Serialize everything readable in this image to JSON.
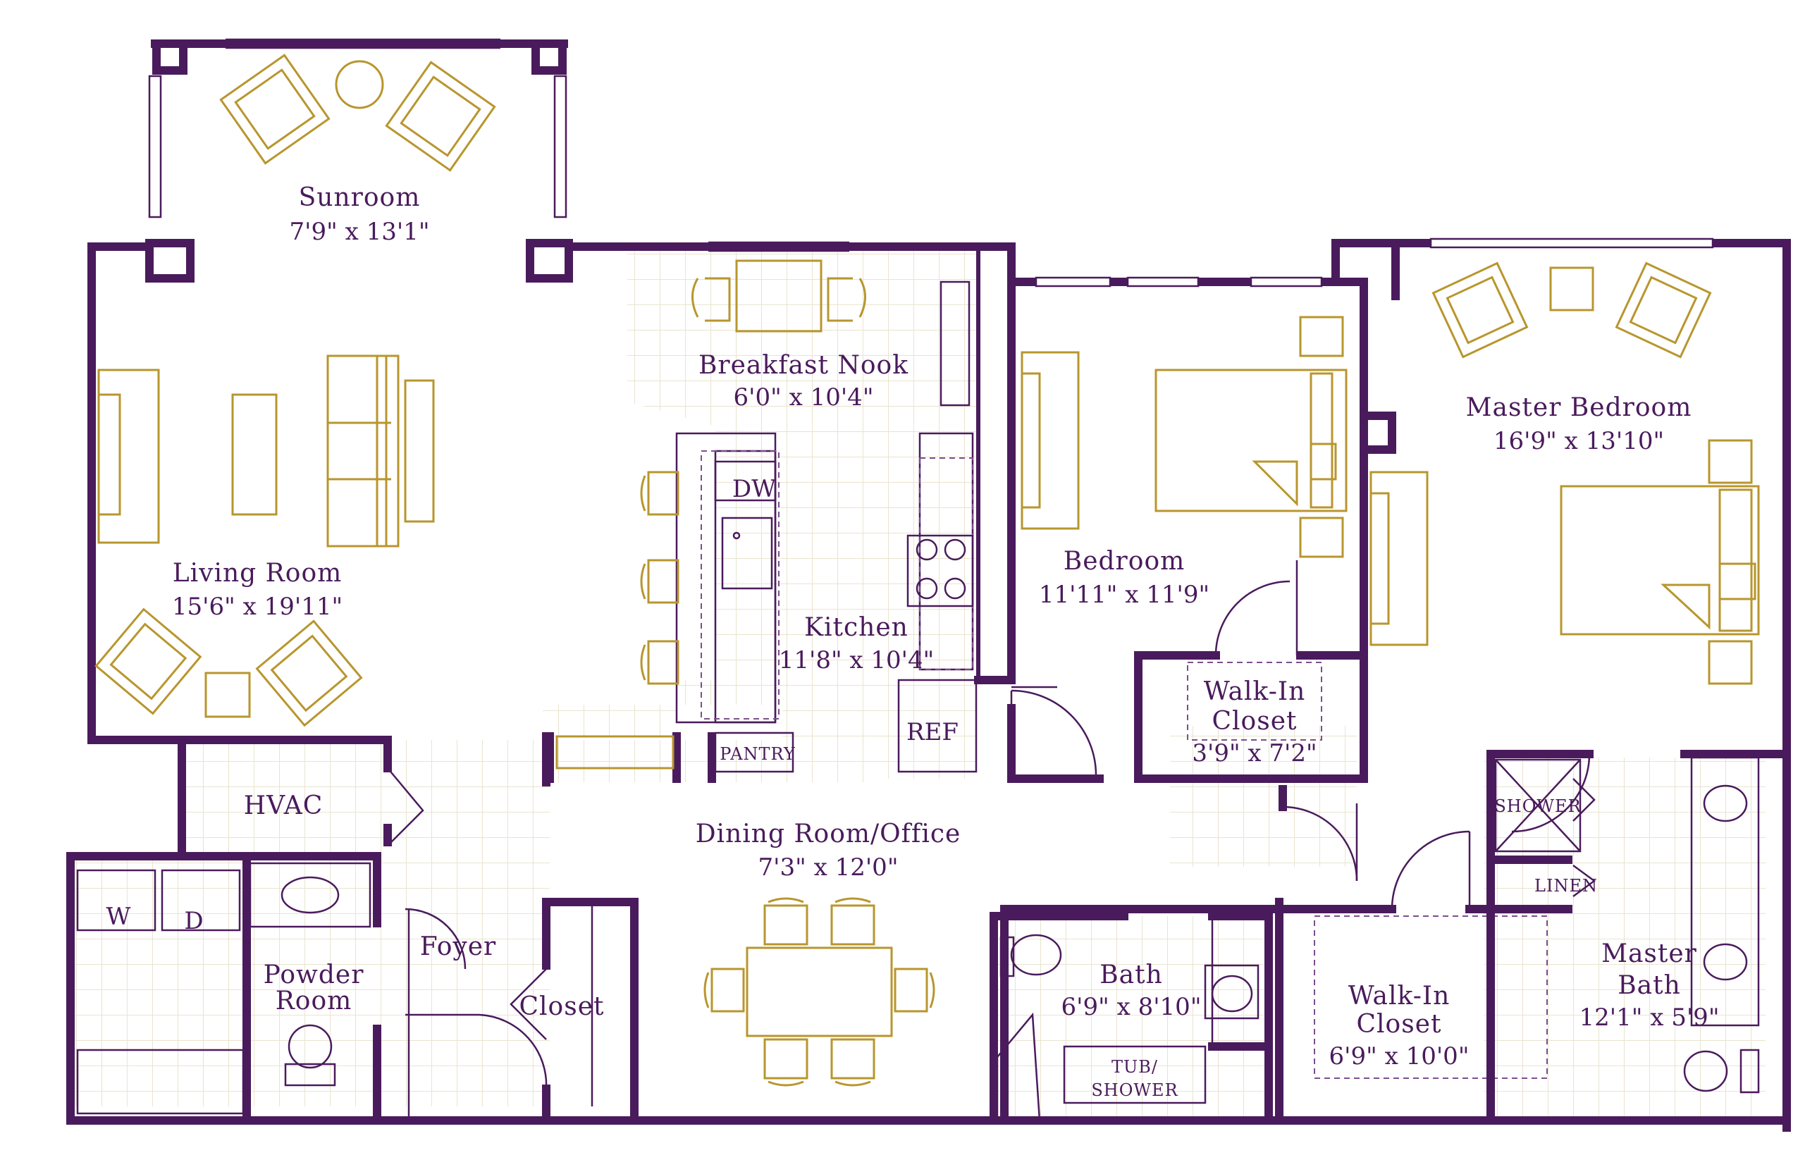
{
  "colors": {
    "walls": "#4a1b5c",
    "furniture": "#b8962e",
    "tile_grid": "#e9e4cf"
  },
  "rooms": {
    "sunroom": {
      "name": "Sunroom",
      "dims": "7'9\" x 13'1\""
    },
    "breakfast_nook": {
      "name": "Breakfast Nook",
      "dims": "6'0\" x 10'4\""
    },
    "living_room": {
      "name": "Living Room",
      "dims": "15'6\" x 19'11\""
    },
    "kitchen": {
      "name": "Kitchen",
      "dims": "11'8\" x 10'4\""
    },
    "bedroom": {
      "name": "Bedroom",
      "dims": "11'11\" x 11'9\""
    },
    "master_bedroom": {
      "name": "Master Bedroom",
      "dims": "16'9\" x 13'10\""
    },
    "walk_in_closet_bedroom": {
      "name_line1": "Walk-In",
      "name_line2": "Closet",
      "dims": "3'9\" x 7'2\""
    },
    "dining_room": {
      "name": "Dining Room/Office",
      "dims": "7'3\" x 12'0\""
    },
    "hvac": {
      "name": "HVAC"
    },
    "powder_room": {
      "name_line1": "Powder",
      "name_line2": "Room"
    },
    "foyer": {
      "name": "Foyer"
    },
    "closet": {
      "name": "Closet"
    },
    "bath": {
      "name": "Bath",
      "dims": "6'9\" x 8'10\""
    },
    "walk_in_closet_master": {
      "name_line1": "Walk-In",
      "name_line2": "Closet",
      "dims": "6'9\" x 10'0\""
    },
    "master_bath": {
      "name_line1": "Master",
      "name_line2": "Bath",
      "dims": "12'1\" x 5'9\""
    }
  },
  "fixtures": {
    "dishwasher": "DW",
    "refrigerator": "REF",
    "pantry": "PANTRY",
    "washer": "W",
    "dryer": "D",
    "shower": "SHOWER",
    "linen": "LINEN",
    "tub_line1": "TUB/",
    "tub_line2": "SHOWER"
  }
}
